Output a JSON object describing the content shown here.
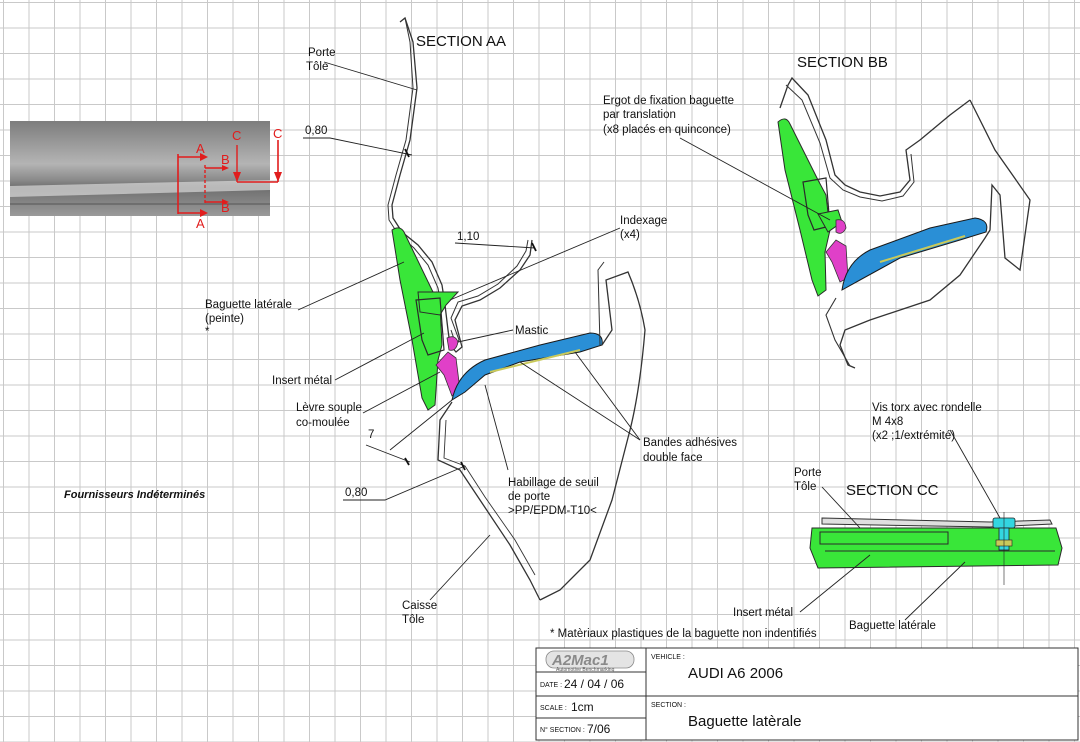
{
  "colors": {
    "green_profile": "#39e639",
    "blue_band": "#2a8fd6",
    "pink_mastic": "#e040c8",
    "cyan_screw": "#33d6e0",
    "red_markers": "#e11d1d",
    "line": "#333333"
  },
  "section_aa": {
    "title": "SECTION AA",
    "labels": {
      "porte_tole_1": "Porte",
      "porte_tole_2": "Tôle",
      "thickness_top": "0,80",
      "thickness_mid": "1,10",
      "indexage_1": "Indexage",
      "indexage_2": "(x4)",
      "baguette_1": "Baguette latérale",
      "baguette_2": "(peinte)",
      "baguette_3": "*",
      "mastic": "Mastic",
      "insert": "Insert métal",
      "levre_1": "Lèvre souple",
      "levre_2": "co-moulée",
      "dim_7": "7",
      "thickness_bottom": "0,80",
      "bandes_1": "Bandes adhésives",
      "bandes_2": "double face",
      "habillage_1": "Habillage de seuil",
      "habillage_2": "de porte",
      "habillage_3": ">PP/EPDM-T10<",
      "caisse_1": "Caisse",
      "caisse_2": "Tôle"
    }
  },
  "section_bb": {
    "title": "SECTION BB",
    "labels": {
      "ergot_1": "Ergot de fixation baguette",
      "ergot_2": "par translation",
      "ergot_3": "(x8 placés en quinconce)"
    }
  },
  "section_cc": {
    "title": "SECTION CC",
    "labels": {
      "porte_1": "Porte",
      "porte_2": "Tôle",
      "vis_1": "Vis torx avec rondelle",
      "vis_2": "M 4x8",
      "vis_3": "(x2 ;1/extrémité)",
      "insert": "Insert métal",
      "baguette": "Baguette latérale"
    }
  },
  "photo": {
    "markers": {
      "a_top": "A",
      "a_bottom": "A",
      "b_top": "B",
      "b_bottom": "B",
      "c_left": "C",
      "c_right": "C"
    }
  },
  "notes": {
    "suppliers": "Fournisseurs Indéterminés",
    "materials": "* Matèriaux plastiques de la baguette non indentifiés"
  },
  "title_block": {
    "logo": "A2Mac1",
    "logo_sub": "Automotive Benchmarking",
    "date_label": "DATE :",
    "date_value": "24 / 04 / 06",
    "scale_label": "SCALE :",
    "scale_value": "1cm",
    "section_no_label": "N° SECTION :",
    "section_no_value": "7/06",
    "vehicle_label": "VEHICLE :",
    "vehicle_value": "AUDI A6 2006",
    "section_label": "SECTION :",
    "section_value": "Baguette latèrale"
  }
}
